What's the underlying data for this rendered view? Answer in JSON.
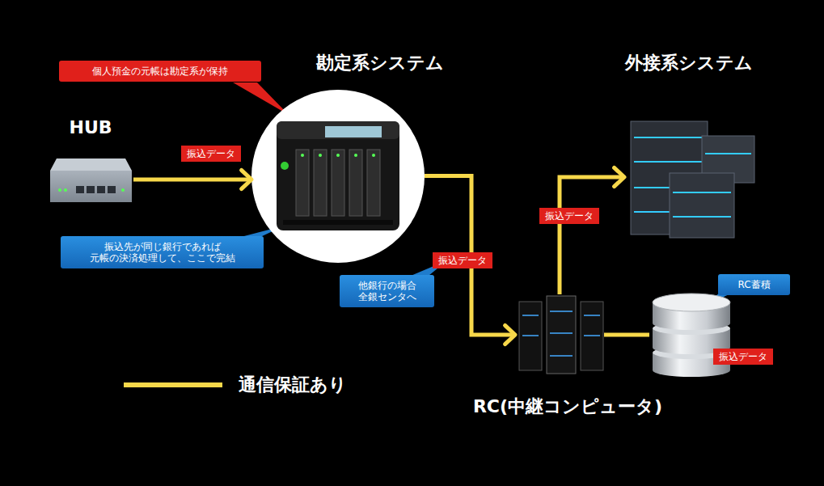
{
  "diagram": {
    "nodes": [
      {
        "text": [
          "個人預金の元帳は勘定系が保持"
        ]
      },
      {
        "text": [
          "勘定系システム"
        ]
      },
      {
        "text": [
          "外接系システム"
        ]
      },
      {
        "text": [
          "HUB"
        ]
      },
      {
        "text": [
          "振込先が同じ銀行であれば 元帳の決済処理して、ここで完結"
        ]
      },
      {
        "text": [
          "他銀行の場合 全銀センタへ"
        ]
      },
      {
        "text": [
          "RC蓄積"
        ]
      },
      {
        "text": [
          "RC(中継コンピュータ)"
        ]
      },
      {
        "text": [
          "振込データ"
        ]
      }
    ],
    "edges": [
      {
        "from": 3,
        "to": 1,
        "arrow": "to",
        "label": "振込データ"
      },
      {
        "from": 1,
        "to": 7,
        "arrow": "to",
        "label": "振込データ"
      },
      {
        "from": 7,
        "to": 2,
        "arrow": "to",
        "label": "振込データ"
      },
      {
        "from": 7,
        "to": 8,
        "arrow": "none"
      }
    ],
    "legend": [
      {
        "text": "通信保証あり"
      }
    ]
  }
}
